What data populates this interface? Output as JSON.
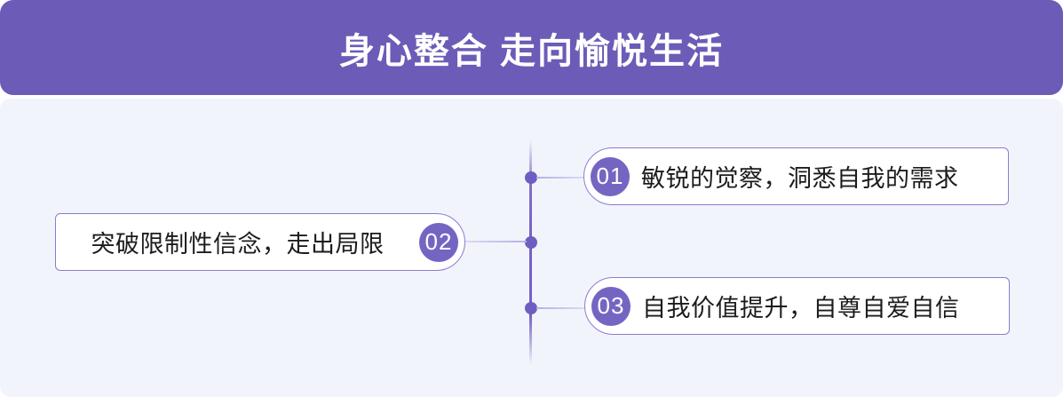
{
  "header": {
    "title": "身心整合 走向愉悦生活"
  },
  "items": [
    {
      "number": "01",
      "label": "敏锐的觉察，洞悉自我的需求",
      "side": "right"
    },
    {
      "number": "02",
      "label": "突破限制性信念，走出局限",
      "side": "left"
    },
    {
      "number": "03",
      "label": "自我价值提升，自尊自爱自信",
      "side": "right"
    }
  ],
  "colors": {
    "header_bg": "#6C5BB7",
    "panel_bg": "#F2F4FB",
    "badge_bg": "#7565C2",
    "pill_border": "#8B7CD1",
    "line": "#6F5EC2",
    "connector": "#D5D2EE",
    "title_text": "#FFFFFF",
    "label_text": "#1C1C1C"
  }
}
